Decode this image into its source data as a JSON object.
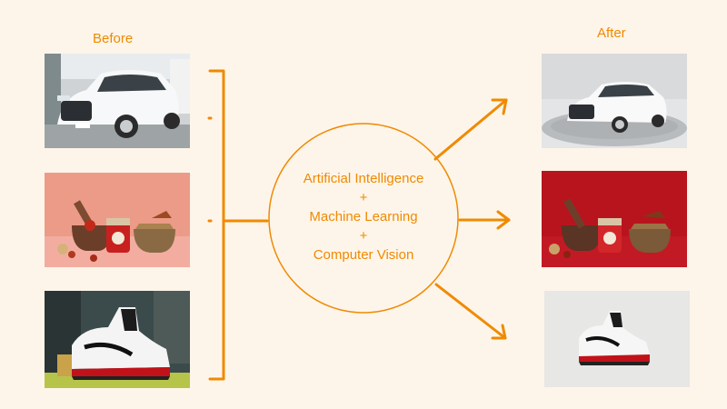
{
  "before_heading": "Before",
  "after_heading": "After",
  "center": {
    "line1": "Artificial Intelligence",
    "plus1": "+",
    "line2": "Machine Learning",
    "plus2": "+",
    "line3": "Computer Vision"
  },
  "colors": {
    "accent": "#f08a00",
    "background": "#fdf5ea",
    "red_studio": "#b8141e"
  },
  "images": {
    "before": [
      "car-photo",
      "spice-jar-photo",
      "sneaker-photo"
    ],
    "after": [
      "car-studio-photo",
      "spice-jar-red-photo",
      "sneaker-cutout-photo"
    ]
  }
}
